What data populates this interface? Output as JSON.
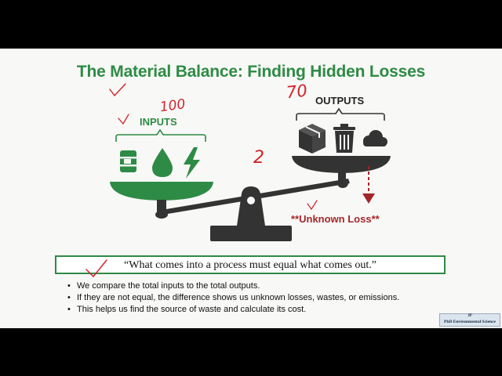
{
  "slide": {
    "title": "The Material Balance: Finding Hidden Losses",
    "inputs_label": "INPUTS",
    "outputs_label": "OUTPUTS",
    "loss_label": "**Unknown Loss**",
    "quote": "“What comes into a process must equal what comes out.”",
    "bullets": [
      "We compare the total inputs to the total outputs.",
      "If they are not equal, the difference shows us unknown losses, wastes, or emissions.",
      "This helps us find the source of waste and calculate its cost."
    ],
    "input_icons": [
      "barrel-icon",
      "water-drop-icon",
      "lightning-icon"
    ],
    "output_icons": [
      "box-icon",
      "trash-can-icon",
      "cloud-icon"
    ]
  },
  "annotations": {
    "inputs_number": "100",
    "outputs_number": "70",
    "fulcrum_mark": "2"
  },
  "badge": {
    "line1": "JP",
    "line2": "PhD Environmental Science"
  },
  "colors": {
    "green": "#2e8b45",
    "dark": "#333333",
    "loss_red": "#a3262a",
    "ink_red": "#d2232a"
  }
}
